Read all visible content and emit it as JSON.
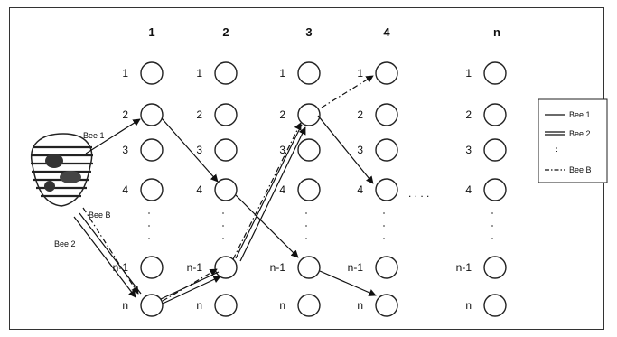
{
  "columns": [
    "1",
    "2",
    "3",
    "4",
    "n"
  ],
  "rows": [
    "1",
    "2",
    "3",
    "4",
    "n-1",
    "n"
  ],
  "ellipsis_h": ". . . .",
  "route_labels": {
    "bee1": "Bee 1",
    "bee2": "Bee 2",
    "beeB": "Bee B"
  },
  "legend": {
    "items": [
      "Bee 1",
      "Bee 2",
      "Bee B"
    ],
    "vdots": "⋮"
  }
}
